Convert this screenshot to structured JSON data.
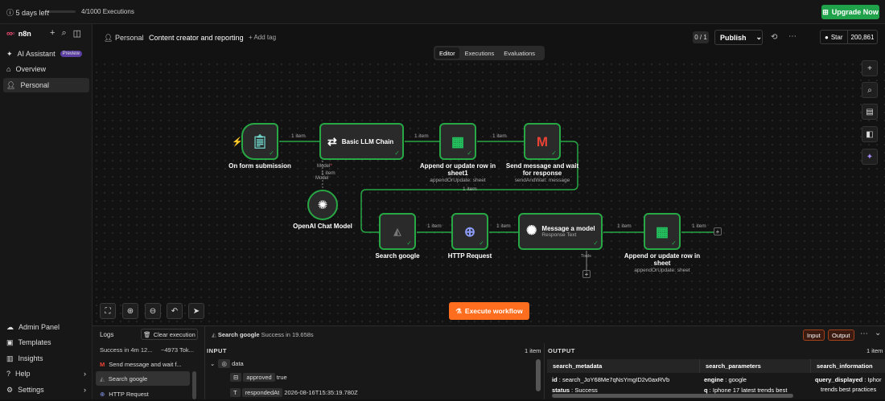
{
  "topbar": {
    "trial_label": "5 days left",
    "trial_progress": 0.004,
    "executions": "4/1000 Executions",
    "upgrade_label": "Upgrade Now"
  },
  "sidebar": {
    "brand": "n8n",
    "items": [
      {
        "label": "AI Assistant",
        "badge": "Preview"
      },
      {
        "label": "Overview"
      },
      {
        "label": "Personal"
      }
    ],
    "bottom_items": [
      {
        "label": "Admin Panel"
      },
      {
        "label": "Templates"
      },
      {
        "label": "Insights"
      },
      {
        "label": "Help"
      },
      {
        "label": "Settings"
      }
    ]
  },
  "header": {
    "project": "Personal",
    "title": "Content creator and reporting",
    "add_tag": "+ Add tag",
    "counter": "0 / 1",
    "publish": "Publish",
    "star": "Star",
    "stars": "200,861"
  },
  "tabs": [
    {
      "label": "Editor"
    },
    {
      "label": "Executions"
    },
    {
      "label": "Evaluations"
    }
  ],
  "nodes": {
    "form": {
      "label": "On form submission"
    },
    "llm": {
      "label": "Basic LLM Chain"
    },
    "sheet1": {
      "label": "Append or update row in sheet1",
      "sub": "appendOrUpdate: sheet"
    },
    "gmail": {
      "label": "Send message and wait for response",
      "sub": "sendAndWait: message"
    },
    "openai_chat": {
      "label": "OpenAI Chat Model"
    },
    "search": {
      "label": "Search google"
    },
    "http": {
      "label": "HTTP Request"
    },
    "model": {
      "label": "Message a model",
      "sub": "Response Text"
    },
    "sheet2": {
      "label": "Append or update row in sheet",
      "sub": "appendOrUpdate: sheet"
    }
  },
  "edges": {
    "item": "1 item",
    "model": "Model",
    "model_star": "*",
    "tools": "Tools"
  },
  "execute_label": "Execute workflow",
  "logs": {
    "title": "Logs",
    "clear": "Clear execution",
    "summary": "Success in 4m 12...",
    "tokens": "~4973 Tok...",
    "rows": [
      {
        "label": "Send message and wait f..."
      },
      {
        "label": "Search google"
      },
      {
        "label": "HTTP Request"
      }
    ],
    "node_title": "Search google",
    "node_status": "Success in 19.658s",
    "input_btn": "Input",
    "output_btn": "Output",
    "input_head": "INPUT",
    "input_count": "1 item",
    "output_head": "OUTPUT",
    "output_count": "1 item",
    "tree": {
      "root": "data",
      "approved_key": "approved",
      "approved_val": "true",
      "responded_key": "respondedAt",
      "responded_val": "2026-08-16T15:35:19.780Z"
    },
    "columns": [
      "search_metadata",
      "search_parameters",
      "search_information"
    ],
    "cells": {
      "id_key": "id",
      "id_val": "search_JoY68Me7qNsYmgID2v0axRVb",
      "status_key": "status",
      "status_val": "Success",
      "engine_key": "engine",
      "engine_val": "google",
      "q_key": "q",
      "q_val": "Iphone 17 latest trends best",
      "qd_key": "query_displayed",
      "qd_val": "Iphor",
      "qd_cont": "trends best practices"
    }
  }
}
